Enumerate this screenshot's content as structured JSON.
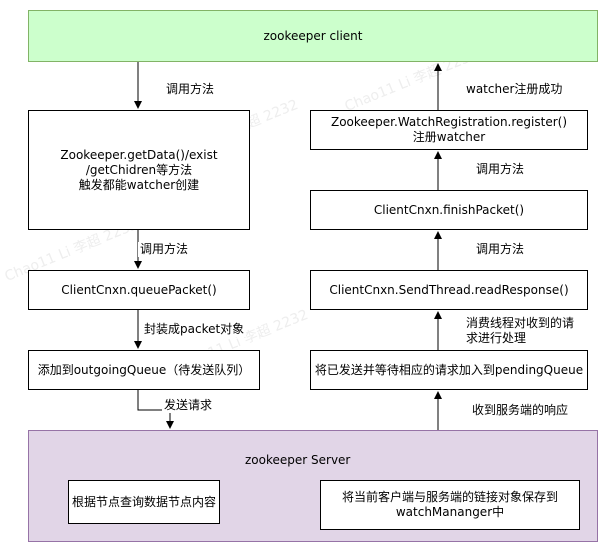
{
  "client": {
    "title": "zookeeper client"
  },
  "left": {
    "getdata": "Zookeeper.getData()/exist\n/getChidren等方法\n触发都能watcher创建",
    "queue_packet": "ClientCnxn.queuePacket()",
    "outgoing": "添加到outgoingQueue（待发送队列）"
  },
  "right": {
    "register": "Zookeeper.WatchRegistration.register()\n注册watcher",
    "finish": "ClientCnxn.finishPacket()",
    "read_response": "ClientCnxn.SendThread.readResponse()",
    "pending": "将已发送并等待相应的请求加入到pendingQueue"
  },
  "server": {
    "title": "zookeeper Server",
    "query": "根据节点查询数据节点内容",
    "save": "将当前客户端与服务端的链接对象保存到\nwatchMananger中"
  },
  "edge_labels": {
    "call1": "调用方法",
    "call2": "调用方法",
    "wrap": "封装成packet对象",
    "send": "发送请求",
    "resp": "收到服务端的响应",
    "consume": "消费线程对收到的请\n求进行处理",
    "call3": "调用方法",
    "call4": "调用方法",
    "success": "watcher注册成功"
  },
  "watermark": "Chao11 Li 李超 2232",
  "colors": {
    "client_fill": "#ccffcc",
    "client_border": "#82b366",
    "server_fill": "#e1d5e7",
    "server_border": "#9673a6"
  }
}
